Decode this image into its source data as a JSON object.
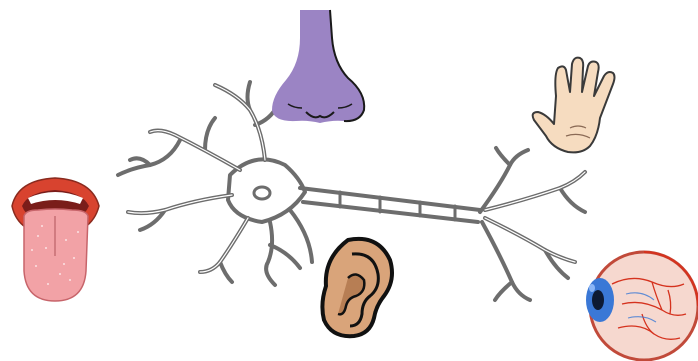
{
  "diagram": {
    "subject": "neuron-with-five-senses",
    "central_figure": {
      "icon": "neuron-icon",
      "colors": {
        "stroke": "#6d6d6d",
        "fill": "#ffffff"
      }
    },
    "senses": [
      {
        "sense": "taste",
        "icon": "tongue-icon",
        "colors": {
          "lips": "#d8432f",
          "tongue": "#f2a2a6",
          "mouth": "#7a1d1a"
        }
      },
      {
        "sense": "smell",
        "icon": "nose-icon",
        "colors": {
          "fill": "#9b84c4",
          "stroke": "#1a1a1a"
        }
      },
      {
        "sense": "touch",
        "icon": "hand-icon",
        "colors": {
          "fill": "#f6dcc0",
          "stroke": "#3a3a3a"
        }
      },
      {
        "sense": "hearing",
        "icon": "ear-icon",
        "colors": {
          "fill": "#d9a47a",
          "shadow": "#b77e54",
          "stroke": "#111111"
        }
      },
      {
        "sense": "sight",
        "icon": "eye-icon",
        "colors": {
          "sclera": "#f6d8cf",
          "veins": "#d5321e",
          "iris": "#3a78d6",
          "pupil": "#0d1a33"
        }
      }
    ]
  }
}
